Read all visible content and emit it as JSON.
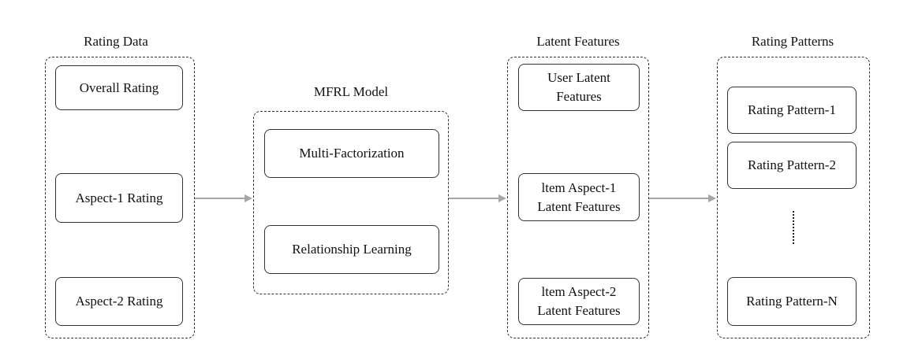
{
  "titles": {
    "rating_data": "Rating Data",
    "mfrl_model": "MFRL Model",
    "latent_features": "Latent Features",
    "rating_patterns": "Rating Patterns"
  },
  "rating_data": {
    "overall": "Overall Rating",
    "aspect1": "Aspect-1 Rating",
    "aspect2": "Aspect-2 Rating"
  },
  "mfrl_model": {
    "multi_factorization": "Multi-Factorization",
    "relationship_learning": "Relationship Learning"
  },
  "latent_features": {
    "user_line1": "User Latent",
    "user_line2": "Features",
    "item1_line1": "ltem Aspect-1",
    "item1_line2": "Latent Features",
    "item2_line1": "ltem Aspect-2",
    "item2_line2": "Latent Features"
  },
  "rating_patterns": {
    "p1": "Rating Pattern-1",
    "p2": "Rating Pattern-2",
    "pn": "Rating Pattern-N"
  },
  "colors": {
    "arrow": "#a6a6a6",
    "border": "#333333"
  }
}
